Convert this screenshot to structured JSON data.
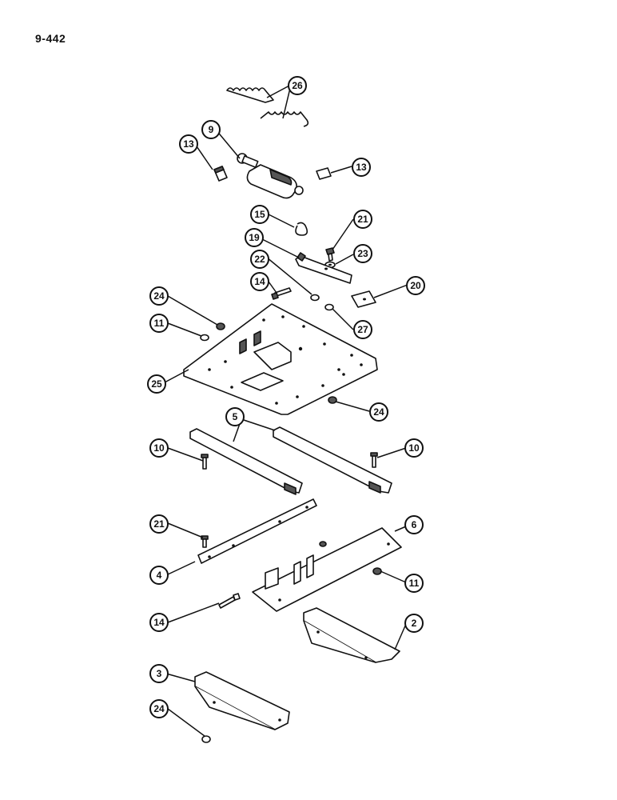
{
  "page_number": "9-442",
  "callouts": [
    {
      "id": "c26",
      "label": "26"
    },
    {
      "id": "c9",
      "label": "9"
    },
    {
      "id": "c13a",
      "label": "13"
    },
    {
      "id": "c13b",
      "label": "13"
    },
    {
      "id": "c15",
      "label": "15"
    },
    {
      "id": "c21a",
      "label": "21"
    },
    {
      "id": "c19",
      "label": "19"
    },
    {
      "id": "c23",
      "label": "23"
    },
    {
      "id": "c22",
      "label": "22"
    },
    {
      "id": "c14a",
      "label": "14"
    },
    {
      "id": "c20",
      "label": "20"
    },
    {
      "id": "c24a",
      "label": "24"
    },
    {
      "id": "c27",
      "label": "27"
    },
    {
      "id": "c11a",
      "label": "11"
    },
    {
      "id": "c25",
      "label": "25"
    },
    {
      "id": "c24b",
      "label": "24"
    },
    {
      "id": "c5",
      "label": "5"
    },
    {
      "id": "c10a",
      "label": "10"
    },
    {
      "id": "c10b",
      "label": "10"
    },
    {
      "id": "c21b",
      "label": "21"
    },
    {
      "id": "c6",
      "label": "6"
    },
    {
      "id": "c4",
      "label": "4"
    },
    {
      "id": "c11b",
      "label": "11"
    },
    {
      "id": "c14b",
      "label": "14"
    },
    {
      "id": "c2",
      "label": "2"
    },
    {
      "id": "c3",
      "label": "3"
    },
    {
      "id": "c24c",
      "label": "24"
    }
  ]
}
